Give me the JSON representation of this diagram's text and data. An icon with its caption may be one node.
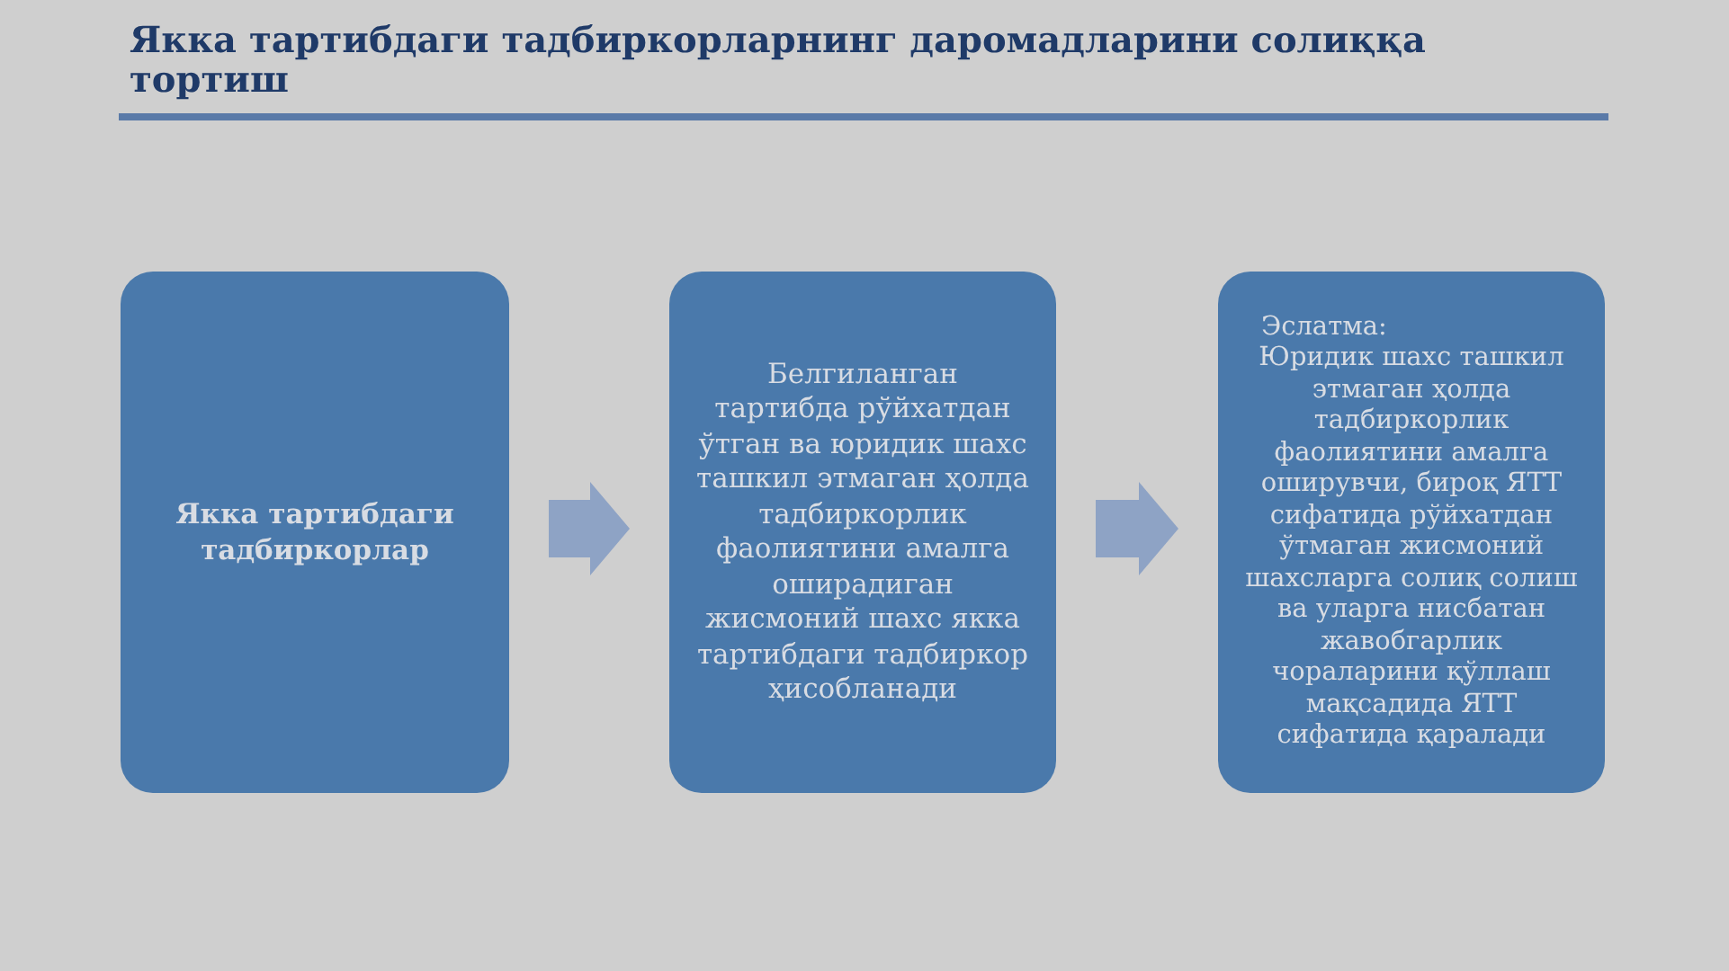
{
  "diagram": {
    "title": "Якка тартибдаги тадбиркорларнинг даромадларини солиққа тортиш",
    "nodes": [
      {
        "text": [
          "Якка тартибдаги тадбиркорлар"
        ]
      },
      {
        "text": [
          "Белгиланган тартибда рўйхатдан ўтган ва юридик шахс ташкил этмаган ҳолда тадбиркорлик фаолиятини амалга оширадиган жисмоний шахс якка тартибдаги тадбиркор ҳисобланади"
        ]
      },
      {
        "text": [
          "Эслатма:",
          "Юридик шахс ташкил этмаган ҳолда тадбиркорлик фаолиятини амалга оширувчи, бироқ ЯТТ сифатида рўйхатдан ўтмаган жисмоний шахсларга солиқ солиш ва уларга нисбатан жавобгарлик чораларини қўллаш мақсадида ЯТТ сифатида қаралади"
        ]
      }
    ],
    "edges": [
      {
        "from": 0,
        "to": 1,
        "arrow": "to"
      },
      {
        "from": 1,
        "to": 2,
        "arrow": "to"
      }
    ]
  }
}
